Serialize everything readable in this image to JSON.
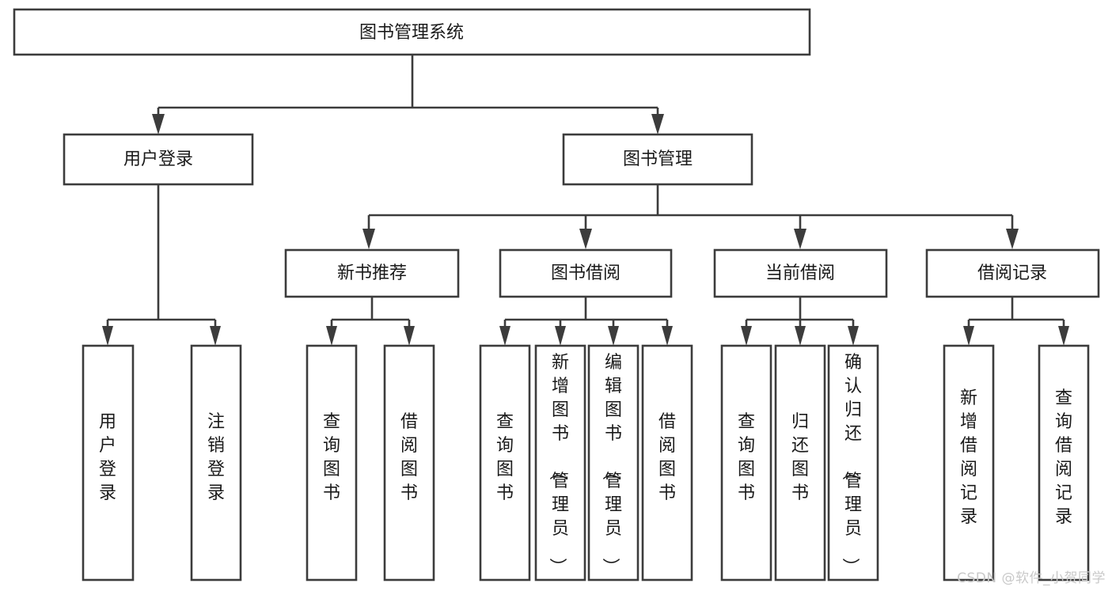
{
  "diagram": {
    "title": "图书管理系统",
    "type": "tree-hierarchy-chart",
    "watermark": "CSDN @软件_小贺同学",
    "colors": {
      "stroke": "#3c3c3c",
      "fill": "#ffffff",
      "text": "#1a1a1a",
      "watermark": "#c9c9c9"
    },
    "nodes": {
      "root": {
        "label": "图书管理系统",
        "orientation": "horizontal"
      },
      "level2": [
        {
          "id": "user-login",
          "label": "用户登录",
          "orientation": "horizontal"
        },
        {
          "id": "book-manage",
          "label": "图书管理",
          "orientation": "horizontal"
        }
      ],
      "level3": [
        {
          "id": "new-book-recommend",
          "label": "新书推荐",
          "orientation": "horizontal"
        },
        {
          "id": "book-borrow",
          "label": "图书借阅",
          "orientation": "horizontal"
        },
        {
          "id": "current-borrow",
          "label": "当前借阅",
          "orientation": "horizontal"
        },
        {
          "id": "borrow-record",
          "label": "借阅记录",
          "orientation": "horizontal"
        }
      ],
      "leaves": {
        "user-login": [
          {
            "id": "leaf-user-login",
            "label": "用户登录",
            "orientation": "vertical"
          },
          {
            "id": "leaf-logout-login",
            "label": "注销登录",
            "orientation": "vertical"
          }
        ],
        "new-book-recommend": [
          {
            "id": "leaf-query-book-1",
            "label": "查询图书",
            "orientation": "vertical"
          },
          {
            "id": "leaf-borrow-book-1",
            "label": "借阅图书",
            "orientation": "vertical"
          }
        ],
        "book-borrow": [
          {
            "id": "leaf-query-book-2",
            "label": "查询图书",
            "orientation": "vertical"
          },
          {
            "id": "leaf-add-book",
            "label": "新增图书（管理员）",
            "orientation": "vertical"
          },
          {
            "id": "leaf-edit-book",
            "label": "编辑图书（管理员）",
            "orientation": "vertical"
          },
          {
            "id": "leaf-borrow-book-2",
            "label": "借阅图书",
            "orientation": "vertical"
          }
        ],
        "current-borrow": [
          {
            "id": "leaf-query-book-3",
            "label": "查询图书",
            "orientation": "vertical"
          },
          {
            "id": "leaf-return-book",
            "label": "归还图书",
            "orientation": "vertical"
          },
          {
            "id": "leaf-confirm-return",
            "label": "确认归还（管理员）",
            "orientation": "vertical"
          }
        ],
        "borrow-record": [
          {
            "id": "leaf-add-record",
            "label": "新增借阅记录",
            "orientation": "vertical"
          },
          {
            "id": "leaf-query-record",
            "label": "查询借阅记录",
            "orientation": "vertical"
          }
        ]
      }
    }
  }
}
